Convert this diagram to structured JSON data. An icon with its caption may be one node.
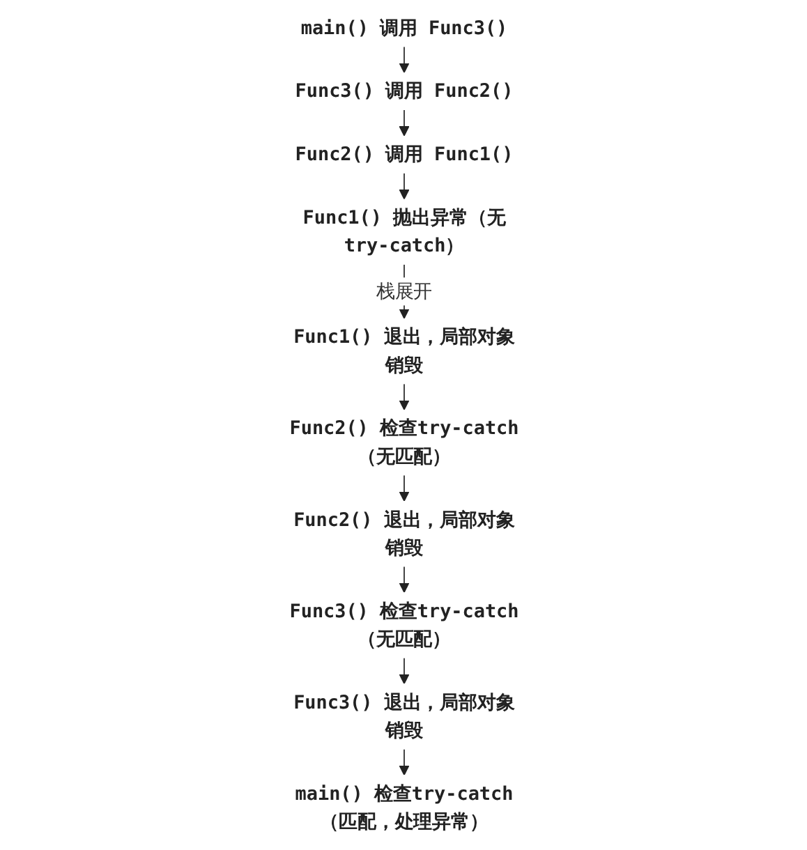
{
  "diagram": {
    "nodes": [
      {
        "text": [
          "main() 调用 Func3()"
        ]
      },
      {
        "text": [
          "Func3() 调用 Func2()"
        ]
      },
      {
        "text": [
          "Func2() 调用 Func1()"
        ]
      },
      {
        "text": [
          "Func1() 抛出异常（无try-catch）"
        ]
      },
      {
        "text": [
          "Func1() 退出，局部对象销毁"
        ]
      },
      {
        "text": [
          "Func2() 检查try-catch（无匹配）"
        ]
      },
      {
        "text": [
          "Func2() 退出，局部对象销毁"
        ]
      },
      {
        "text": [
          "Func3() 检查try-catch（无匹配）"
        ]
      },
      {
        "text": [
          "Func3() 退出，局部对象销毁"
        ]
      },
      {
        "text": [
          "main() 检查try-catch（匹配，处理异常）"
        ]
      }
    ],
    "edges": [
      {
        "from": 0,
        "to": 1,
        "arrow": "to"
      },
      {
        "from": 1,
        "to": 2,
        "arrow": "to"
      },
      {
        "from": 2,
        "to": 3,
        "arrow": "to"
      },
      {
        "from": 3,
        "to": 4,
        "label": "栈展开",
        "arrow": "to"
      },
      {
        "from": 4,
        "to": 5,
        "arrow": "to"
      },
      {
        "from": 5,
        "to": 6,
        "arrow": "to"
      },
      {
        "from": 6,
        "to": 7,
        "arrow": "to"
      },
      {
        "from": 7,
        "to": 8,
        "arrow": "to"
      },
      {
        "from": 8,
        "to": 9,
        "arrow": "to"
      }
    ]
  }
}
